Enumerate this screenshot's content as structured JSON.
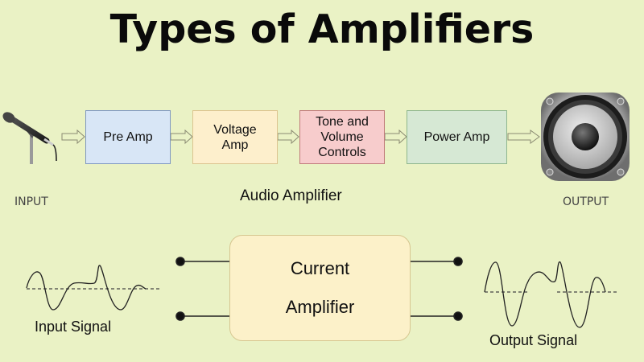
{
  "title": "Types of Amplifiers",
  "audio_amplifier": {
    "caption": "Audio Amplifier",
    "input_label": "INPUT",
    "output_label": "OUTPUT",
    "input_icon": "microphone-icon",
    "output_icon": "speaker-icon",
    "stages": [
      {
        "label": "Pre Amp",
        "fill": "#d8e6f6",
        "border": "#7f98c0"
      },
      {
        "label": "Voltage\nAmp",
        "fill": "#fdefcc",
        "border": "#dcc48f"
      },
      {
        "label": "Tone and\nVolume\nControls",
        "fill": "#f7cccc",
        "border": "#c07b7b"
      },
      {
        "label": "Power Amp",
        "fill": "#d6e8d4",
        "border": "#8fb78d"
      }
    ]
  },
  "current_amplifier": {
    "label_line1": "Current",
    "label_line2": "Amplifier",
    "fill": "#fcf1c9",
    "border": "#d6c690",
    "input_caption": "Input Signal",
    "output_caption": "Output Signal"
  }
}
